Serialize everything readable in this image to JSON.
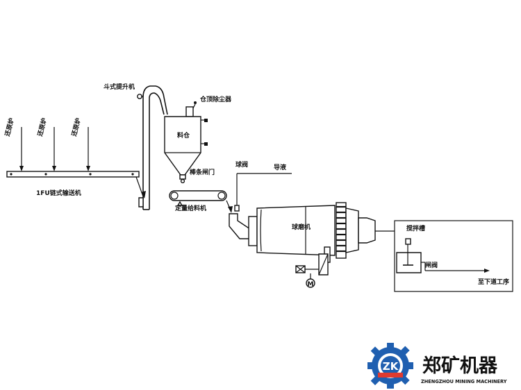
{
  "labels": {
    "bucket_elevator": "斗式提升机",
    "bin_dust_collector": "仓顶除尘器",
    "silo": "料仓",
    "feed_gate": "棒条闸门",
    "weigh_feeder": "定量给料机",
    "chain_conveyor": "1FU链式输送机",
    "furnace_1": "还原炉",
    "furnace_2": "还原炉",
    "furnace_3": "还原炉",
    "ball_valve": "球阀",
    "water_in": "导液",
    "ball_mill": "球磨机",
    "stir_tank": "搅拌槽",
    "gate_valve": "闸阀",
    "next_process": "至下道工序",
    "motor": "M"
  },
  "logo": {
    "mark": "ZK",
    "name_cn": "郑矿机器",
    "name_en": "ZHENGZHOU MINING MACHINERY",
    "color_blue": "#1f5fb0",
    "color_red": "#e03a2f"
  }
}
